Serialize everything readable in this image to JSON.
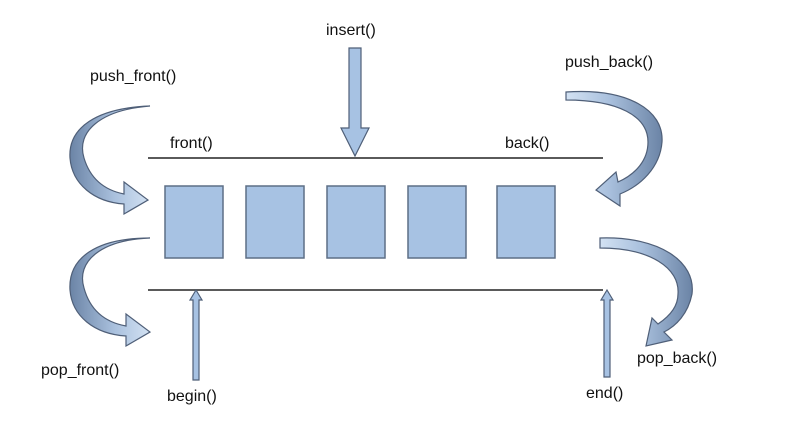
{
  "labels": {
    "insert": "insert()",
    "push_front": "push_front()",
    "push_back": "push_back()",
    "front": "front()",
    "back": "back()",
    "pop_front": "pop_front()",
    "pop_back": "pop_back()",
    "begin": "begin()",
    "end": "end()"
  },
  "colors": {
    "element_fill": "#a7c2e3",
    "element_stroke": "#5d6f86",
    "arrow_fill_light": "#c5d7ee",
    "arrow_fill_dark": "#6b84a6",
    "line": "#5a5a5a",
    "text": "#111111"
  }
}
